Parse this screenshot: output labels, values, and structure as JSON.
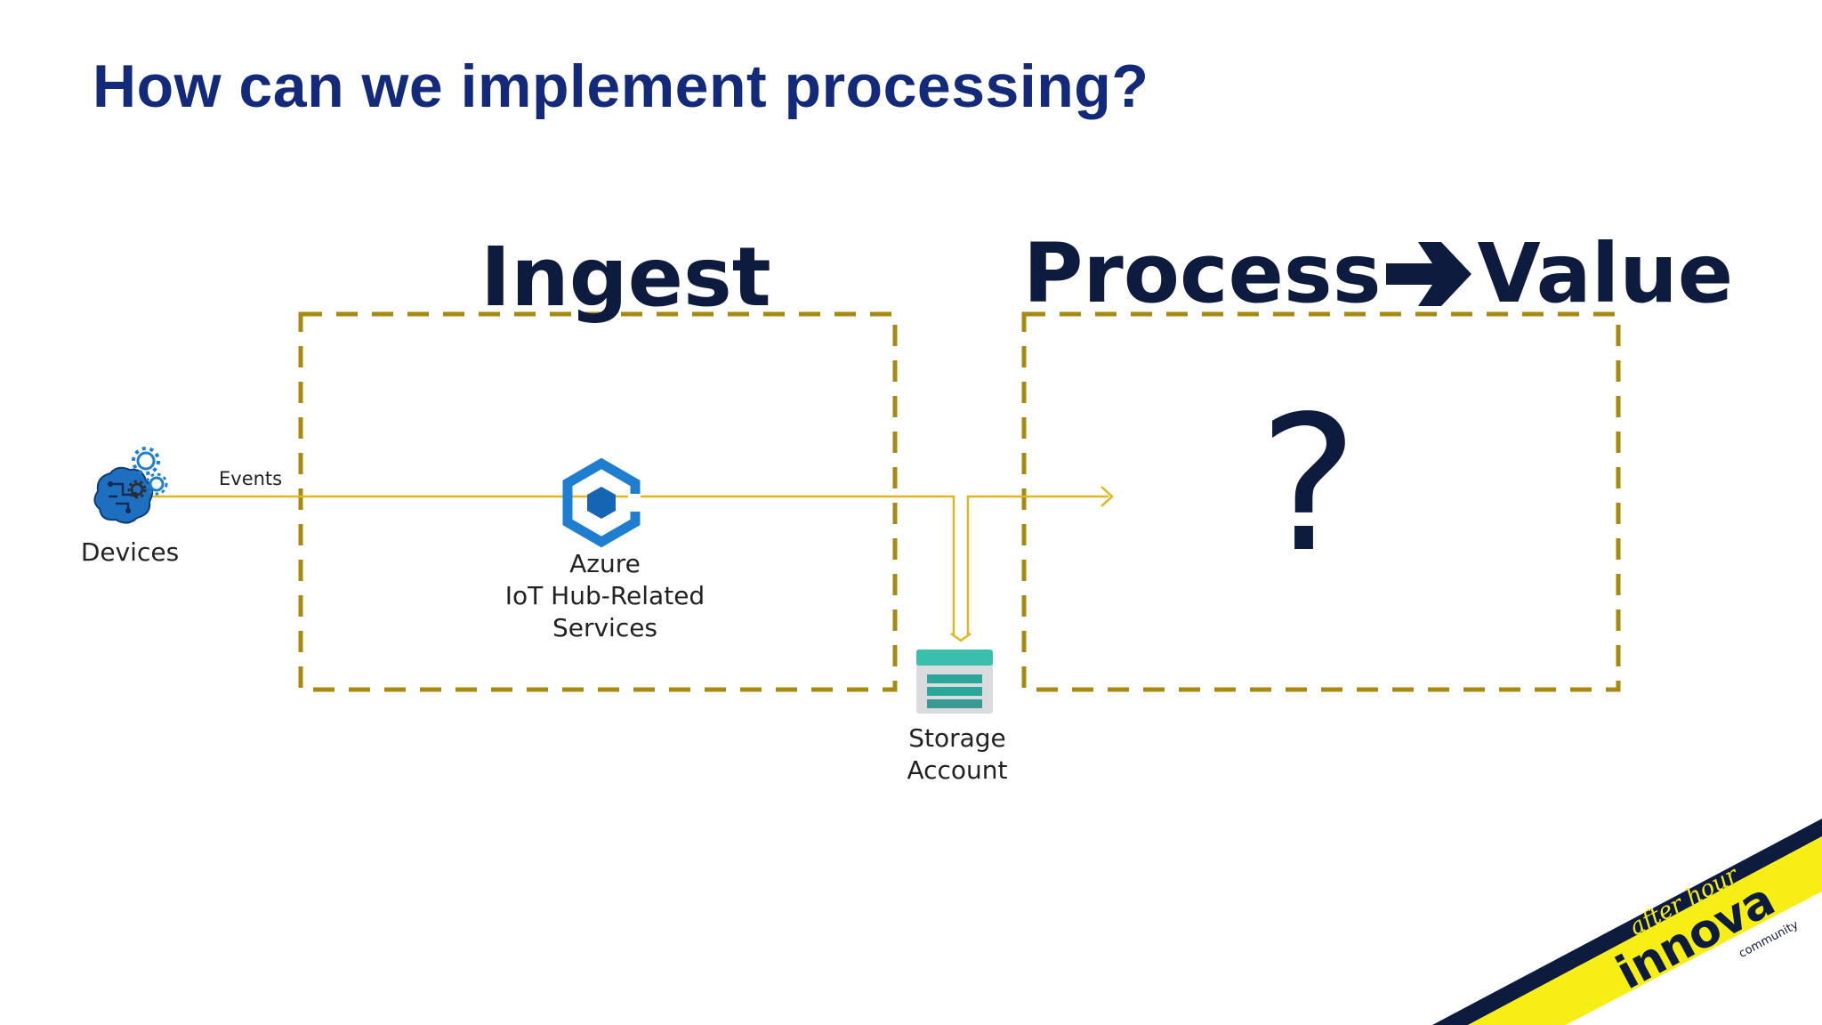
{
  "slide": {
    "title": "How can we implement processing?",
    "sections": {
      "ingest": "Ingest",
      "process": "Process",
      "value": "Value"
    },
    "question_mark": "?"
  },
  "nodes": {
    "devices": "Devices",
    "events_label": "Events",
    "iot_hub": [
      "Azure",
      "IoT Hub-Related",
      "Services"
    ],
    "storage": [
      "Storage",
      "Account"
    ]
  },
  "branding": {
    "logo_text": "innova",
    "logo_subtext": "after hour",
    "logo_community": "community"
  },
  "colors": {
    "title": "#13297a",
    "heading": "#0d1b3f",
    "dashed_box": "#a88a10",
    "flow_line": "#e2b620",
    "azure_blue": "#1e7fd0",
    "storage_teal": "#3bbfad",
    "band_navy": "#0d1b3f",
    "band_yellow": "#f6ee14"
  }
}
